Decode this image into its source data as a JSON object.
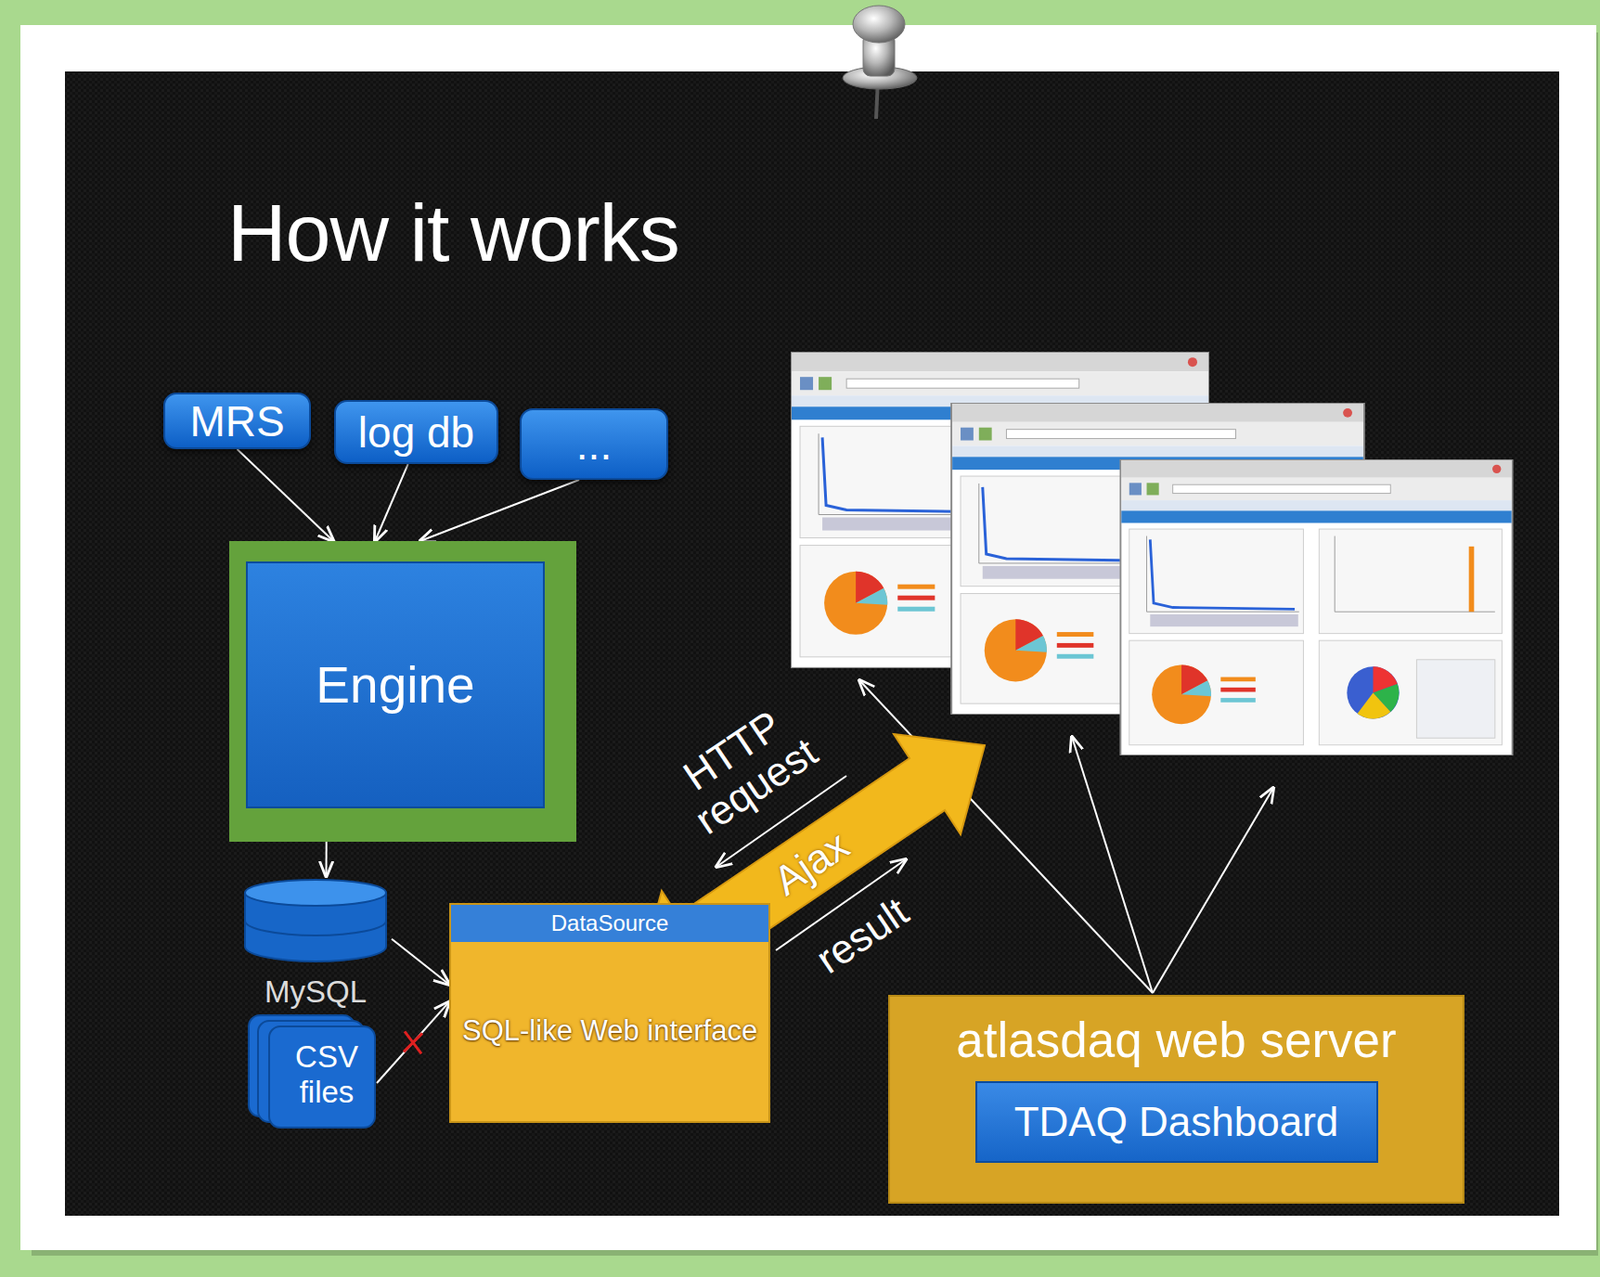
{
  "diagram": {
    "title": "How it works",
    "nodes": [
      {
        "text": [
          "MRS"
        ]
      },
      {
        "text": [
          "log db"
        ]
      },
      {
        "text": [
          "..."
        ]
      },
      {
        "text": [
          "Engine"
        ]
      },
      {
        "text": [
          "MySQL"
        ]
      },
      {
        "text": [
          "CSV files"
        ]
      },
      {
        "text": [
          "DataSource",
          "SQL-like Web interface"
        ]
      },
      {
        "text": [
          "atlasdaq web server"
        ]
      },
      {
        "text": [
          "TDAQ Dashboard"
        ],
        "in": 7
      }
    ],
    "edges": [
      {
        "from": 0,
        "to": 3,
        "arrow": "to"
      },
      {
        "from": 1,
        "to": 3,
        "arrow": "to"
      },
      {
        "from": 2,
        "to": 3,
        "arrow": "to"
      },
      {
        "from": 3,
        "to": 4,
        "arrow": "to"
      },
      {
        "from": 4,
        "to": 6,
        "arrow": "to"
      },
      {
        "from": 5,
        "to": 6,
        "arrow": "to"
      }
    ],
    "labels": [
      "HTTP request",
      "Ajax",
      "result"
    ]
  }
}
